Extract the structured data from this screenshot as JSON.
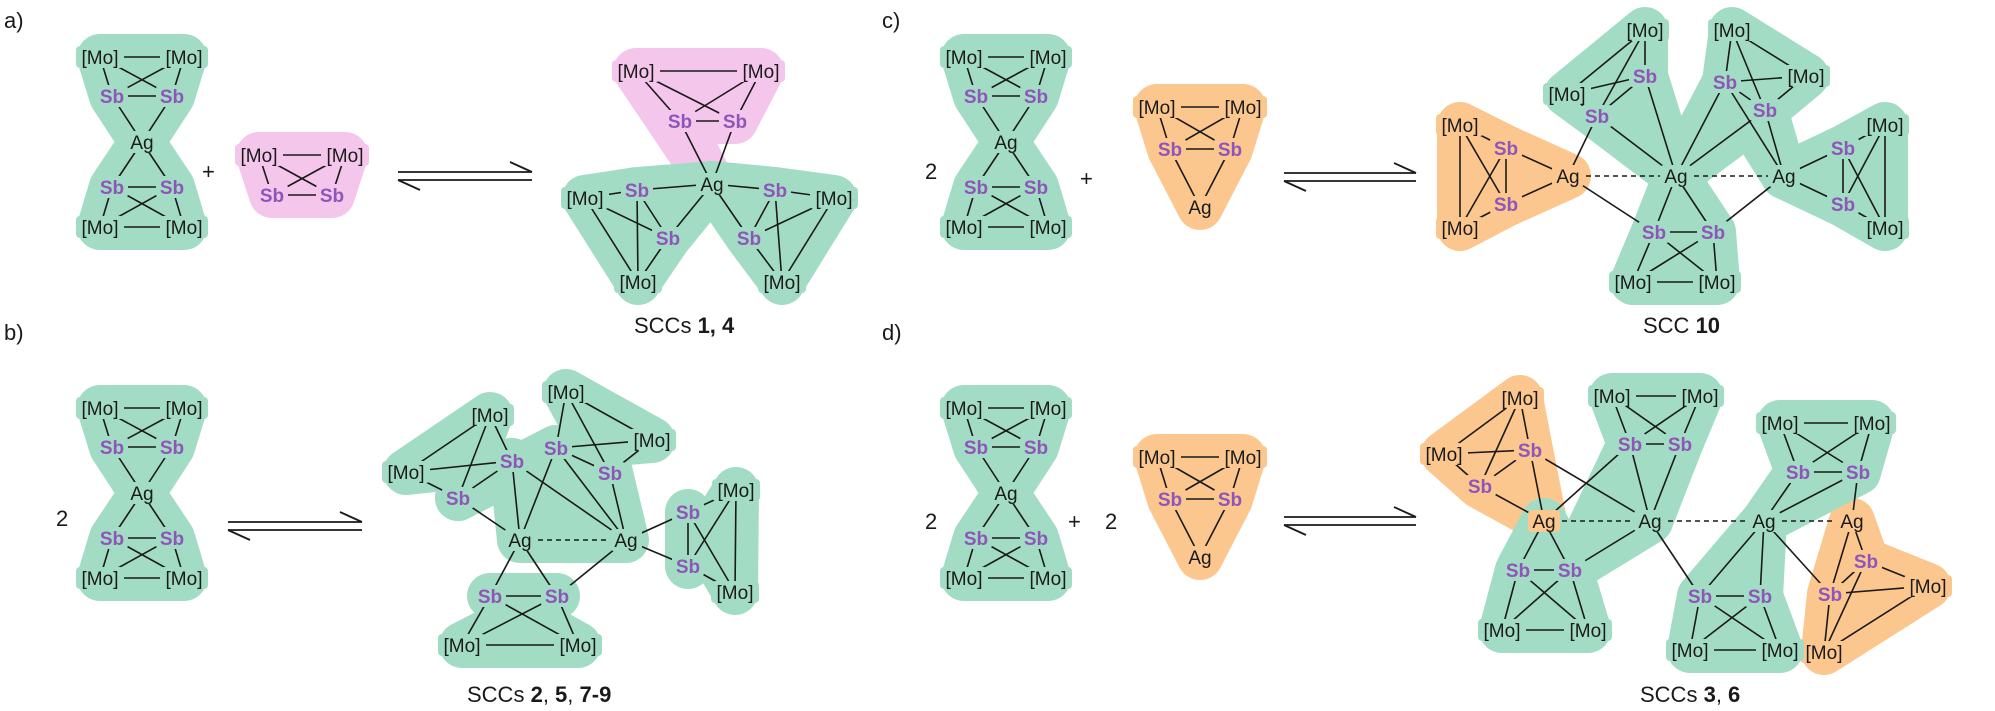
{
  "panel_labels": [
    "a)",
    "b)",
    "c)",
    "d)"
  ],
  "atom_labels": {
    "mo": "[Mo]",
    "sb": "Sb",
    "ag": "Ag"
  },
  "operators": {
    "plus": "+",
    "two": "2"
  },
  "captions": {
    "a": {
      "prefix": "SCCs ",
      "bold": "1, 4",
      "rest": ""
    },
    "b": {
      "prefix": "SCCs ",
      "parts": [
        "2",
        ", ",
        "5",
        ", ",
        "7-9"
      ]
    },
    "c": {
      "prefix": "SCC ",
      "bold": "10",
      "rest": ""
    },
    "d": {
      "prefix": "SCCs ",
      "parts": [
        "3",
        ", ",
        "6"
      ]
    }
  },
  "colors": {
    "green_highlight": "#a3dcc4",
    "pink_highlight": "#f4c6ec",
    "orange_highlight": "#fbc78e",
    "antimony_purple": "#8e56b8",
    "bond_black": "#1a1a1a"
  }
}
